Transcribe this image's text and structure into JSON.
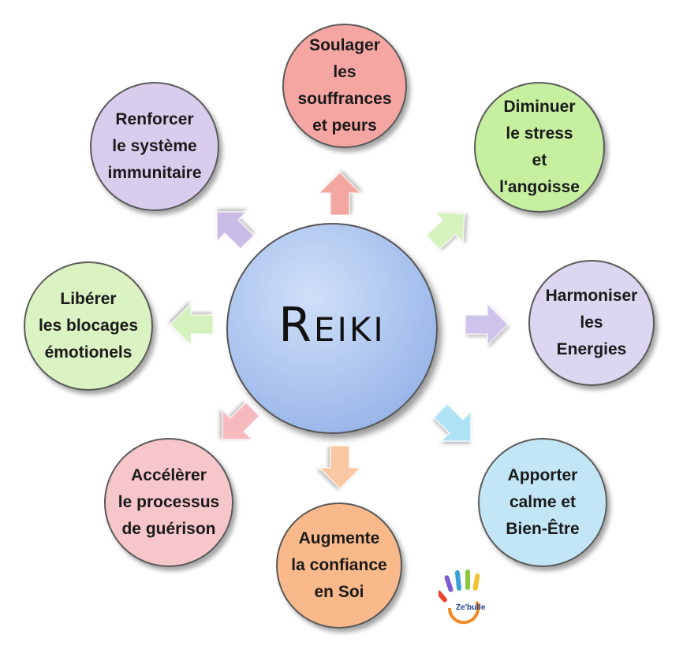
{
  "center": {
    "label": "Reiki"
  },
  "nodes": [
    {
      "key": "soulager",
      "label": "Soulager\nles\nsouffrances\net peurs",
      "color": "#f6a6a2"
    },
    {
      "key": "diminuer",
      "label": "Diminuer\nle stress\net\nl'angoisse",
      "color": "#c6efa0"
    },
    {
      "key": "harmoniser",
      "label": "Harmoniser\nles\nEnergies",
      "color": "#ddd6f0"
    },
    {
      "key": "apporter",
      "label": "Apporter\ncalme et\nBien-Être",
      "color": "#c3e6f7"
    },
    {
      "key": "augmente",
      "label": "Augmente\nla confiance\nen Soi",
      "color": "#f9b98a"
    },
    {
      "key": "accelerer",
      "label": "Accélèrer\nle processus\nde guérison",
      "color": "#f7c6cb"
    },
    {
      "key": "liberer",
      "label": "Libérer\nles blocages\némotionels",
      "color": "#dbf3c2"
    },
    {
      "key": "renforcer",
      "label": "Renforcer\nle système\nimmunitaire",
      "color": "#d9cdee"
    }
  ],
  "arrow_colors": {
    "up": "#f4a7a0",
    "up_right": "#d6f2bd",
    "right": "#cfc4ec",
    "down_right": "#aee2f5",
    "down": "#f9c8a2",
    "down_left": "#f6b9be",
    "left": "#d5f1bd",
    "up_left": "#c9bde8"
  },
  "logo": {
    "text": "Ze'bulle"
  }
}
